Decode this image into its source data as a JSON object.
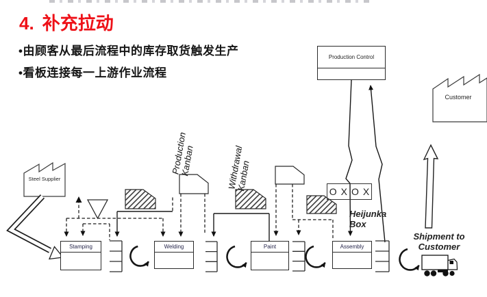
{
  "slide": {
    "title_number": "4.",
    "title_text": "补充拉动",
    "bullets": [
      "•由顾客从最后流程中的库存取货触发生产",
      "•看板连接每一上游作业流程"
    ]
  },
  "diagram": {
    "production_control": {
      "label": "Production Control"
    },
    "customer": {
      "label": "Customer"
    },
    "steel_supplier": {
      "label": "Steel Supplier"
    },
    "processes": [
      {
        "label": "Stamping"
      },
      {
        "label": "Welding"
      },
      {
        "label": "Paint"
      },
      {
        "label": "Assembly"
      }
    ],
    "kanban_labels": {
      "production": "Production Kanban",
      "withdrawal": "Withdrawal Kanban"
    },
    "heijunka": {
      "box_symbols": "OXOX",
      "label": "Heijunka Box"
    },
    "shipment_label": "Shipment to Customer",
    "colors": {
      "title": "#ee1118",
      "ink": "#1a1a1a"
    }
  }
}
